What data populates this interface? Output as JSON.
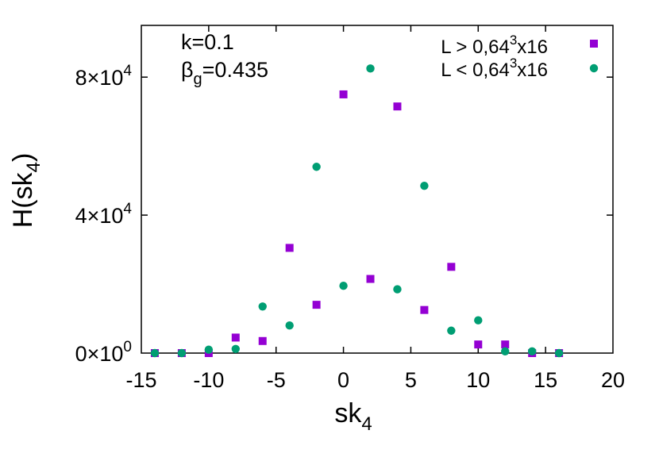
{
  "chart_data": {
    "type": "scatter",
    "xlabel": "sk",
    "xlabel_sub": "4",
    "ylabel": "H(sk",
    "ylabel_sub": "4",
    "ylabel_close": ")",
    "xlim": [
      -15,
      20
    ],
    "ylim": [
      0,
      95000
    ],
    "xticks": [
      {
        "value": -15,
        "label": "-15"
      },
      {
        "value": -10,
        "label": "-10"
      },
      {
        "value": -5,
        "label": "-5"
      },
      {
        "value": 0,
        "label": "0"
      },
      {
        "value": 5,
        "label": "5"
      },
      {
        "value": 10,
        "label": "10"
      },
      {
        "value": 15,
        "label": "15"
      },
      {
        "value": 20,
        "label": "20"
      }
    ],
    "yticks": [
      {
        "value": 0,
        "mant": "0",
        "exp": "0"
      },
      {
        "value": 40000,
        "mant": "4",
        "exp": "4"
      },
      {
        "value": 80000,
        "mant": "8",
        "exp": "4"
      }
    ],
    "ytick_times": "×10",
    "annotations": {
      "k": "k=0.1",
      "beta_symbol": "β",
      "beta_sub": "g",
      "beta_value": "=0.435"
    },
    "series": [
      {
        "name_pre": "L > 0,64",
        "name_sup": "3",
        "name_post": "x16",
        "marker": "square",
        "color": "#9400d3",
        "points": [
          {
            "x": -14,
            "y": 0
          },
          {
            "x": -12,
            "y": 0
          },
          {
            "x": -10,
            "y": 0
          },
          {
            "x": -8,
            "y": 4500
          },
          {
            "x": -6,
            "y": 3500
          },
          {
            "x": -4,
            "y": 30500
          },
          {
            "x": -2,
            "y": 14000
          },
          {
            "x": 0,
            "y": 75000
          },
          {
            "x": 2,
            "y": 21500
          },
          {
            "x": 4,
            "y": 71500
          },
          {
            "x": 6,
            "y": 12500
          },
          {
            "x": 8,
            "y": 25000
          },
          {
            "x": 10,
            "y": 2500
          },
          {
            "x": 12,
            "y": 2500
          },
          {
            "x": 14,
            "y": 0
          },
          {
            "x": 16,
            "y": 0
          }
        ]
      },
      {
        "name_pre": "L < 0,64",
        "name_sup": "3",
        "name_post": "x16",
        "marker": "circle",
        "color": "#009e73",
        "points": [
          {
            "x": -14,
            "y": 0
          },
          {
            "x": -12,
            "y": 0
          },
          {
            "x": -10,
            "y": 1000
          },
          {
            "x": -8,
            "y": 1200
          },
          {
            "x": -6,
            "y": 13500
          },
          {
            "x": -4,
            "y": 8000
          },
          {
            "x": -2,
            "y": 54000
          },
          {
            "x": 0,
            "y": 19500
          },
          {
            "x": 2,
            "y": 82500
          },
          {
            "x": 4,
            "y": 18500
          },
          {
            "x": 6,
            "y": 48500
          },
          {
            "x": 8,
            "y": 6500
          },
          {
            "x": 10,
            "y": 9500
          },
          {
            "x": 12,
            "y": 500
          },
          {
            "x": 14,
            "y": 500
          },
          {
            "x": 16,
            "y": 0
          }
        ]
      }
    ]
  }
}
